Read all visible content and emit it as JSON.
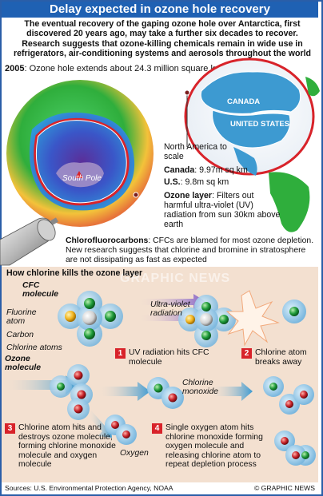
{
  "title": "Delay expected in ozone hole recovery",
  "intro": "The eventual recovery of the gaping ozone hole over Antarctica, first discovered 20 years ago, may take a further six decades to recover. Research suggests that ozone-killing chemicals remain in wide use in refrigerators, air-conditioning systems and aerosols throughout the world",
  "year": {
    "label": "2005",
    "text": ": Ozone hole extends about 24.3 million square km"
  },
  "map": {
    "canada": "CANADA",
    "us": "UNITED STATES"
  },
  "scale_note": "North America to scale",
  "canada_area": {
    "label": "Canada",
    "value": ": 9.97m sq km"
  },
  "us_area": {
    "label": "U.S.",
    "value": ": 9.8m sq km"
  },
  "ozone_layer": {
    "label": "Ozone layer",
    "text": ": Filters out harmful ultra-violet (UV) radiation from sun 30km above earth"
  },
  "south_pole": "South Pole",
  "cfc_note": {
    "label": "Chlorofluorocarbons",
    "text": ": CFCs are blamed for most ozone depletion. New research suggests that chlorine and bromine in stratosphere are not dissipating as fast as expected"
  },
  "section_title": "How chlorine kills the ozone layer",
  "watermark": "GRAPHIC NEWS",
  "labels": {
    "cfc_molecule": "CFC molecule",
    "fluorine_atom": "Fluorine atom",
    "carbon": "Carbon",
    "chlorine_atoms": "Chlorine atoms",
    "ultra_violet": "Ultra-violet radiation",
    "ozone_molecule": "Ozone molecule",
    "chlorine_monoxide": "Chlorine monoxide",
    "oxygen": "Oxygen"
  },
  "steps": [
    {
      "num": "1",
      "text": "UV radiation hits CFC molecule"
    },
    {
      "num": "2",
      "text": "Chlorine atom breaks away"
    },
    {
      "num": "3",
      "text": "Chlorine atom hits and destroys ozone molecule, forming chlorine monoxide molecule and oxygen molecule"
    },
    {
      "num": "4",
      "text": "Single oxygen atom hits chlorine monoxide forming oxygen molecule and releasing chlorine atom to repeat depletion process"
    }
  ],
  "footer": {
    "source": "Sources: U.S. Environmental Protection Agency, NOAA",
    "credit": "© GRAPHIC NEWS"
  },
  "colors": {
    "title_bar": "#1f61b3",
    "badge": "#d8232a",
    "lower_bg": "#f3e0d0",
    "ozone_hole": "#6a3fa0"
  }
}
